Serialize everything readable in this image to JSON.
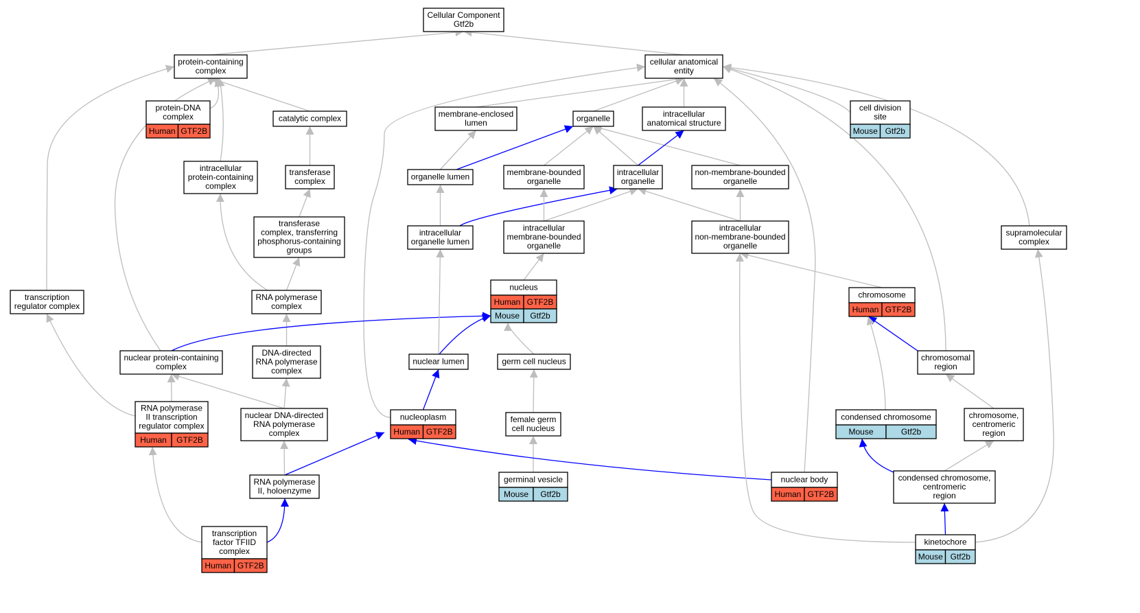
{
  "colors": {
    "gray_edge": "#bdbdbd",
    "blue_edge": "#0000ff",
    "human": "#ff6347",
    "mouse": "#add8e6",
    "border": "#000000"
  },
  "nodes": [
    {
      "id": "root",
      "lines": [
        "Cellular Component",
        "Gtf2b"
      ],
      "tags": []
    },
    {
      "id": "protein_containing_complex",
      "lines": [
        "protein-containing",
        "complex"
      ],
      "tags": []
    },
    {
      "id": "cellular_anatomical_entity",
      "lines": [
        "cellular anatomical",
        "entity"
      ],
      "tags": []
    },
    {
      "id": "protein_dna_complex",
      "lines": [
        "protein-DNA",
        "complex"
      ],
      "tags": [
        [
          "Human",
          "GTF2B"
        ]
      ]
    },
    {
      "id": "catalytic_complex",
      "lines": [
        "catalytic complex"
      ],
      "tags": []
    },
    {
      "id": "membrane_enclosed_lumen",
      "lines": [
        "membrane-enclosed",
        "lumen"
      ],
      "tags": []
    },
    {
      "id": "organelle",
      "lines": [
        "organelle"
      ],
      "tags": []
    },
    {
      "id": "intracellular_anatomical_structure",
      "lines": [
        "intracellular",
        "anatomical structure"
      ],
      "tags": []
    },
    {
      "id": "cell_division_site",
      "lines": [
        "cell division",
        "site"
      ],
      "tags": [
        [
          "Mouse",
          "Gtf2b"
        ]
      ]
    },
    {
      "id": "intracellular_protein_containing_complex",
      "lines": [
        "intracellular",
        "protein-containing",
        "complex"
      ],
      "tags": []
    },
    {
      "id": "transferase_complex",
      "lines": [
        "transferase",
        "complex"
      ],
      "tags": []
    },
    {
      "id": "organelle_lumen",
      "lines": [
        "organelle lumen"
      ],
      "tags": []
    },
    {
      "id": "membrane_bounded_organelle",
      "lines": [
        "membrane-bounded",
        "organelle"
      ],
      "tags": []
    },
    {
      "id": "intracellular_organelle",
      "lines": [
        "intracellular",
        "organelle"
      ],
      "tags": []
    },
    {
      "id": "non_membrane_bounded_organelle",
      "lines": [
        "non-membrane-bounded",
        "organelle"
      ],
      "tags": []
    },
    {
      "id": "transferase_complex_phospho",
      "lines": [
        "transferase",
        "complex, transferring",
        "phosphorus-containing",
        "groups"
      ],
      "tags": []
    },
    {
      "id": "intracellular_organelle_lumen",
      "lines": [
        "intracellular",
        "organelle lumen"
      ],
      "tags": []
    },
    {
      "id": "intracellular_membrane_bounded_organelle",
      "lines": [
        "intracellular",
        "membrane-bounded",
        "organelle"
      ],
      "tags": []
    },
    {
      "id": "intracellular_non_membrane_bounded_organelle",
      "lines": [
        "intracellular",
        "non-membrane-bounded",
        "organelle"
      ],
      "tags": []
    },
    {
      "id": "supramolecular_complex",
      "lines": [
        "supramolecular",
        "complex"
      ],
      "tags": []
    },
    {
      "id": "transcription_regulator_complex",
      "lines": [
        "transcription",
        "regulator complex"
      ],
      "tags": []
    },
    {
      "id": "rna_polymerase_complex",
      "lines": [
        "RNA polymerase",
        "complex"
      ],
      "tags": []
    },
    {
      "id": "nucleus",
      "lines": [
        "nucleus"
      ],
      "tags": [
        [
          "Human",
          "GTF2B"
        ],
        [
          "Mouse",
          "Gtf2b"
        ]
      ]
    },
    {
      "id": "chromosome",
      "lines": [
        "chromosome"
      ],
      "tags": [
        [
          "Human",
          "GTF2B"
        ]
      ]
    },
    {
      "id": "nuclear_protein_containing_complex",
      "lines": [
        "nuclear protein-containing",
        "complex"
      ],
      "tags": []
    },
    {
      "id": "dna_directed_rna_polymerase_complex",
      "lines": [
        "DNA-directed",
        "RNA polymerase",
        "complex"
      ],
      "tags": []
    },
    {
      "id": "nuclear_lumen",
      "lines": [
        "nuclear lumen"
      ],
      "tags": []
    },
    {
      "id": "germ_cell_nucleus",
      "lines": [
        "germ cell nucleus"
      ],
      "tags": []
    },
    {
      "id": "chromosomal_region",
      "lines": [
        "chromosomal",
        "region"
      ],
      "tags": []
    },
    {
      "id": "rna_pol_ii_transcription_regulator_complex",
      "lines": [
        "RNA polymerase",
        "II transcription",
        "regulator complex"
      ],
      "tags": [
        [
          "Human",
          "GTF2B"
        ]
      ]
    },
    {
      "id": "nuclear_dna_directed_rna_polymerase_complex",
      "lines": [
        "nuclear DNA-directed",
        "RNA polymerase",
        "complex"
      ],
      "tags": []
    },
    {
      "id": "nucleoplasm",
      "lines": [
        "nucleoplasm"
      ],
      "tags": [
        [
          "Human",
          "GTF2B"
        ]
      ]
    },
    {
      "id": "female_germ_cell_nucleus",
      "lines": [
        "female germ",
        "cell nucleus"
      ],
      "tags": []
    },
    {
      "id": "condensed_chromosome",
      "lines": [
        "condensed chromosome"
      ],
      "tags": [
        [
          "Mouse",
          "Gtf2b"
        ]
      ]
    },
    {
      "id": "chromosome_centromeric_region",
      "lines": [
        "chromosome,",
        "centromeric",
        "region"
      ],
      "tags": []
    },
    {
      "id": "rna_polymerase_ii_holoenzyme",
      "lines": [
        "RNA polymerase",
        "II, holoenzyme"
      ],
      "tags": []
    },
    {
      "id": "germinal_vesicle",
      "lines": [
        "germinal vesicle"
      ],
      "tags": [
        [
          "Mouse",
          "Gtf2b"
        ]
      ]
    },
    {
      "id": "nuclear_body",
      "lines": [
        "nuclear body"
      ],
      "tags": [
        [
          "Human",
          "GTF2B"
        ]
      ]
    },
    {
      "id": "condensed_chromosome_centromeric_region",
      "lines": [
        "condensed chromosome,",
        "centromeric",
        "region"
      ],
      "tags": []
    },
    {
      "id": "transcription_factor_tfiid_complex",
      "lines": [
        "transcription",
        "factor TFIID",
        "complex"
      ],
      "tags": [
        [
          "Human",
          "GTF2B"
        ]
      ]
    },
    {
      "id": "kinetochore",
      "lines": [
        "kinetochore"
      ],
      "tags": [
        [
          "Mouse",
          "Gtf2b"
        ]
      ]
    }
  ],
  "edges": [
    {
      "from": "protein_containing_complex",
      "to": "root",
      "color": "gray"
    },
    {
      "from": "cellular_anatomical_entity",
      "to": "root",
      "color": "gray"
    },
    {
      "from": "protein_dna_complex",
      "to": "protein_containing_complex",
      "color": "gray"
    },
    {
      "from": "catalytic_complex",
      "to": "protein_containing_complex",
      "color": "gray"
    },
    {
      "from": "intracellular_protein_containing_complex",
      "to": "protein_containing_complex",
      "color": "gray"
    },
    {
      "from": "transcription_regulator_complex",
      "to": "protein_containing_complex",
      "color": "gray"
    },
    {
      "from": "nuclear_protein_containing_complex",
      "to": "protein_containing_complex",
      "color": "gray"
    },
    {
      "from": "membrane_enclosed_lumen",
      "to": "cellular_anatomical_entity",
      "color": "gray"
    },
    {
      "from": "organelle",
      "to": "cellular_anatomical_entity",
      "color": "gray"
    },
    {
      "from": "intracellular_anatomical_structure",
      "to": "cellular_anatomical_entity",
      "color": "gray"
    },
    {
      "from": "cell_division_site",
      "to": "cellular_anatomical_entity",
      "color": "gray"
    },
    {
      "from": "supramolecular_complex",
      "to": "cellular_anatomical_entity",
      "color": "gray"
    },
    {
      "from": "chromosomal_region",
      "to": "cellular_anatomical_entity",
      "color": "gray"
    },
    {
      "from": "nucleoplasm",
      "to": "cellular_anatomical_entity",
      "color": "gray"
    },
    {
      "from": "nuclear_body",
      "to": "cellular_anatomical_entity",
      "color": "gray"
    },
    {
      "from": "transferase_complex",
      "to": "catalytic_complex",
      "color": "gray"
    },
    {
      "from": "organelle_lumen",
      "to": "membrane_enclosed_lumen",
      "color": "gray"
    },
    {
      "from": "organelle_lumen",
      "to": "organelle",
      "color": "blue"
    },
    {
      "from": "membrane_bounded_organelle",
      "to": "organelle",
      "color": "gray"
    },
    {
      "from": "intracellular_organelle",
      "to": "organelle",
      "color": "gray"
    },
    {
      "from": "non_membrane_bounded_organelle",
      "to": "organelle",
      "color": "gray"
    },
    {
      "from": "intracellular_organelle",
      "to": "intracellular_anatomical_structure",
      "color": "blue"
    },
    {
      "from": "transferase_complex_phospho",
      "to": "transferase_complex",
      "color": "gray"
    },
    {
      "from": "intracellular_organelle_lumen",
      "to": "organelle_lumen",
      "color": "gray"
    },
    {
      "from": "intracellular_organelle_lumen",
      "to": "intracellular_organelle",
      "color": "blue"
    },
    {
      "from": "intracellular_membrane_bounded_organelle",
      "to": "membrane_bounded_organelle",
      "color": "gray"
    },
    {
      "from": "intracellular_membrane_bounded_organelle",
      "to": "intracellular_organelle",
      "color": "gray"
    },
    {
      "from": "intracellular_non_membrane_bounded_organelle",
      "to": "intracellular_organelle",
      "color": "gray"
    },
    {
      "from": "intracellular_non_membrane_bounded_organelle",
      "to": "non_membrane_bounded_organelle",
      "color": "gray"
    },
    {
      "from": "rna_polymerase_complex",
      "to": "intracellular_protein_containing_complex",
      "color": "gray"
    },
    {
      "from": "rna_polymerase_complex",
      "to": "transferase_complex_phospho",
      "color": "gray"
    },
    {
      "from": "nucleus",
      "to": "intracellular_membrane_bounded_organelle",
      "color": "gray"
    },
    {
      "from": "chromosome",
      "to": "intracellular_non_membrane_bounded_organelle",
      "color": "gray"
    },
    {
      "from": "dna_directed_rna_polymerase_complex",
      "to": "rna_polymerase_complex",
      "color": "gray"
    },
    {
      "from": "nuclear_protein_containing_complex",
      "to": "nucleus",
      "color": "blue"
    },
    {
      "from": "nuclear_lumen",
      "to": "nucleus",
      "color": "blue"
    },
    {
      "from": "nuclear_lumen",
      "to": "intracellular_organelle_lumen",
      "color": "gray"
    },
    {
      "from": "germ_cell_nucleus",
      "to": "nucleus",
      "color": "gray"
    },
    {
      "from": "chromosomal_region",
      "to": "chromosome",
      "color": "blue"
    },
    {
      "from": "rna_pol_ii_transcription_regulator_complex",
      "to": "nuclear_protein_containing_complex",
      "color": "gray"
    },
    {
      "from": "rna_pol_ii_transcription_regulator_complex",
      "to": "transcription_regulator_complex",
      "color": "gray"
    },
    {
      "from": "nuclear_dna_directed_rna_polymerase_complex",
      "to": "nuclear_protein_containing_complex",
      "color": "gray"
    },
    {
      "from": "nuclear_dna_directed_rna_polymerase_complex",
      "to": "dna_directed_rna_polymerase_complex",
      "color": "gray"
    },
    {
      "from": "nucleoplasm",
      "to": "nuclear_lumen",
      "color": "blue"
    },
    {
      "from": "female_germ_cell_nucleus",
      "to": "germ_cell_nucleus",
      "color": "gray"
    },
    {
      "from": "condensed_chromosome",
      "to": "chromosome",
      "color": "gray"
    },
    {
      "from": "chromosome_centromeric_region",
      "to": "chromosomal_region",
      "color": "gray"
    },
    {
      "from": "rna_polymerase_ii_holoenzyme",
      "to": "nucleoplasm",
      "color": "blue"
    },
    {
      "from": "rna_polymerase_ii_holoenzyme",
      "to": "nuclear_dna_directed_rna_polymerase_complex",
      "color": "gray"
    },
    {
      "from": "germinal_vesicle",
      "to": "female_germ_cell_nucleus",
      "color": "gray"
    },
    {
      "from": "nuclear_body",
      "to": "nucleoplasm",
      "color": "blue"
    },
    {
      "from": "condensed_chromosome_centromeric_region",
      "to": "condensed_chromosome",
      "color": "blue"
    },
    {
      "from": "condensed_chromosome_centromeric_region",
      "to": "chromosome_centromeric_region",
      "color": "gray"
    },
    {
      "from": "transcription_factor_tfiid_complex",
      "to": "rna_polymerase_ii_holoenzyme",
      "color": "blue"
    },
    {
      "from": "transcription_factor_tfiid_complex",
      "to": "rna_pol_ii_transcription_regulator_complex",
      "color": "gray"
    },
    {
      "from": "kinetochore",
      "to": "condensed_chromosome_centromeric_region",
      "color": "blue"
    },
    {
      "from": "kinetochore",
      "to": "intracellular_non_membrane_bounded_organelle",
      "color": "gray"
    },
    {
      "from": "kinetochore",
      "to": "supramolecular_complex",
      "color": "gray"
    }
  ]
}
